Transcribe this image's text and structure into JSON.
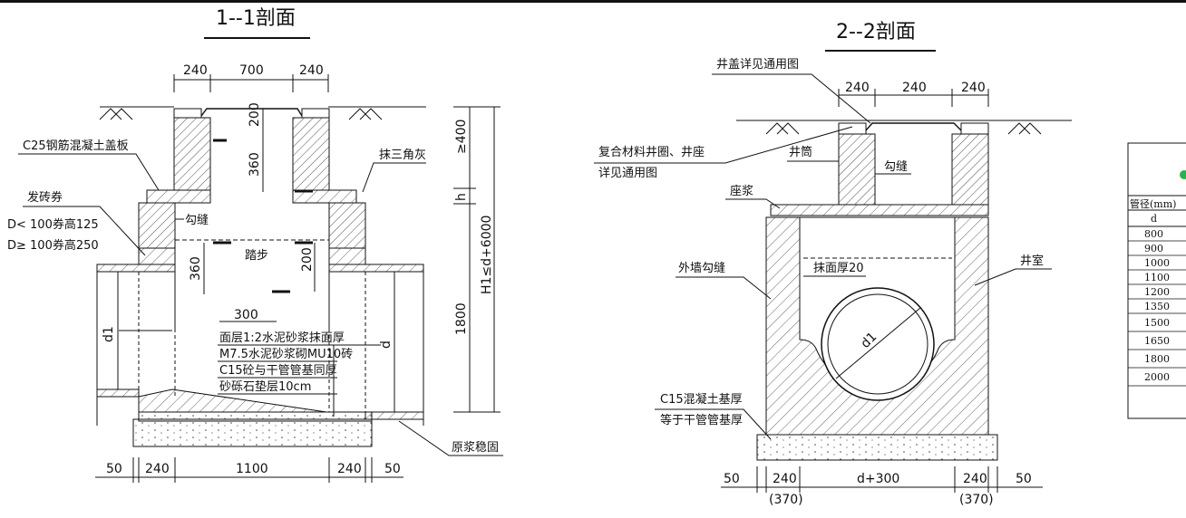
{
  "left": {
    "title": "1--1剖面",
    "top_dims": [
      "240",
      "700",
      "240"
    ],
    "labels": {
      "cover_slab": "C25钢筋混凝土盖板",
      "brick_arch": "发砖券",
      "arch_d_small": "D< 100券高125",
      "arch_d_large": "D≥ 100券高250",
      "pointing": "勾缝",
      "triangle_ash": "抹三角灰",
      "step": "踏步",
      "layer1": "面层1:2水泥砂浆抹面厚",
      "layer2": "M7.5水泥砂浆砌MU10砖",
      "layer3": "C15砼与干管管基同厚",
      "layer4": "砂砾石垫层10cm",
      "soil_consolidation": "原浆稳固"
    },
    "dims": {
      "d200_top": "200",
      "d360_top": "360",
      "d360_mid": "360",
      "d200_mid": "200",
      "d300": "300",
      "d1": "d1",
      "d": "d",
      "ge400": "≥400",
      "h": "h",
      "d1800": "1800",
      "range": "H1≤d+6000"
    },
    "bottom_dims": [
      "50",
      "240",
      "1100",
      "240",
      "50"
    ]
  },
  "right": {
    "title": "2--2剖面",
    "top_dims": [
      "240",
      "240",
      "240"
    ],
    "labels": {
      "cover_ref": "井盖详见通用图",
      "composite1": "复合材料井圈、井座",
      "composite2": "详见通用图",
      "shaft": "井筒",
      "pointing": "勾缝",
      "seat_mortar": "座浆",
      "outer_pointing": "外墙勾缝",
      "plaster": "抹面厚20",
      "chamber": "井室",
      "d1": "d1",
      "base1": "C15混凝土基厚",
      "base2": "等于干管管基厚"
    },
    "bottom_dims": [
      "50",
      "240",
      "d+300",
      "240",
      "50"
    ],
    "bottom_sub": [
      "(370)",
      "(370)"
    ]
  },
  "table": {
    "header": "管径(mm)",
    "subheader": "d",
    "rows": [
      "800",
      "900",
      "1000",
      "1100",
      "1200",
      "1350",
      "1500",
      "1650",
      "1800",
      "2000"
    ]
  }
}
